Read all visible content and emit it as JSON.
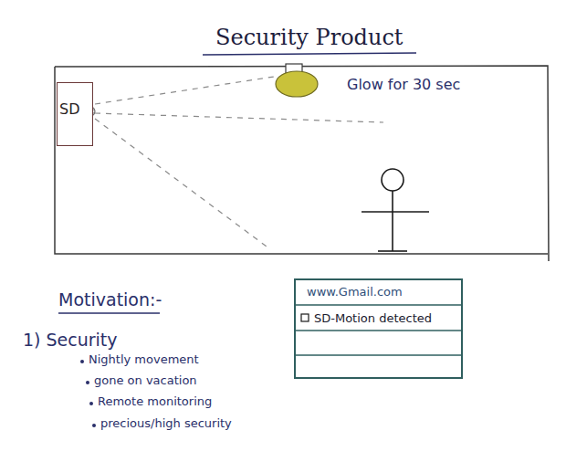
{
  "diagram": {
    "title": "Security Product",
    "nodes": [
      {
        "text": [
          "SD"
        ]
      },
      {
        "text": [
          "www.Gmail.com",
          "SD-Motion detected"
        ]
      }
    ],
    "labels": [
      "Glow for 30 sec",
      "Motivation:-",
      "1) Security",
      "Nightly movement",
      "gone on vacation",
      "Remote monitoring",
      "precious/high security"
    ]
  }
}
